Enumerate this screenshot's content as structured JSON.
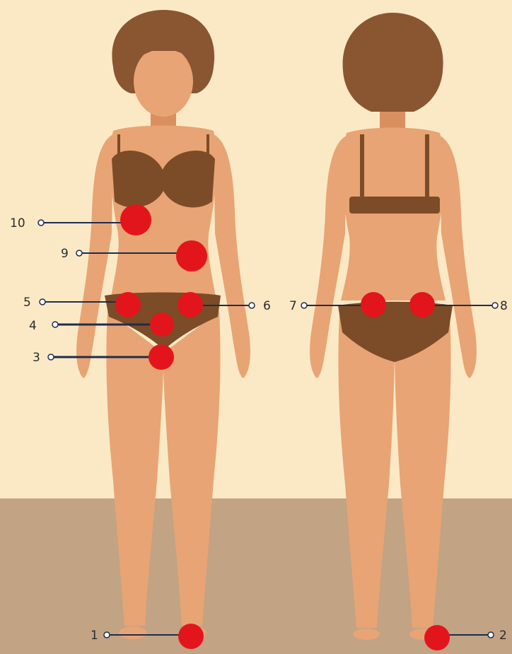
{
  "colors": {
    "wall": "#fbe9c6",
    "floor": "#c2a384",
    "skin": "#e8a474",
    "skin_shade": "#d98f5f",
    "hair": "#8a5531",
    "underwear": "#7b4c27",
    "marker": "#e3151c",
    "line": "#1f2d4d"
  },
  "figures": {
    "front": {
      "view": "front",
      "icon": "female-figure-front"
    },
    "back": {
      "view": "back",
      "icon": "female-figure-back"
    }
  },
  "markers": [
    {
      "id": "m1",
      "label": "1"
    },
    {
      "id": "m2",
      "label": "2"
    },
    {
      "id": "m3",
      "label": "3"
    },
    {
      "id": "m4",
      "label": "4"
    },
    {
      "id": "m5",
      "label": "5"
    },
    {
      "id": "m6",
      "label": "6"
    },
    {
      "id": "m7",
      "label": "7"
    },
    {
      "id": "m8",
      "label": "8"
    },
    {
      "id": "m9",
      "label": "9"
    },
    {
      "id": "m10",
      "label": "10"
    }
  ]
}
